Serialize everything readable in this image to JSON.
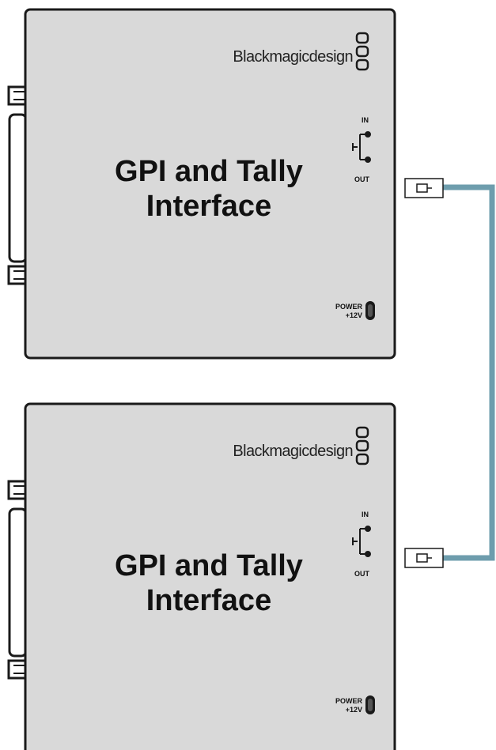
{
  "colors": {
    "device_body": "#d9d9d9",
    "device_outline": "#1a1a1a",
    "cable": "#6e9dad"
  },
  "devices": [
    {
      "brand": "Blackmagicdesign",
      "title_lines": [
        "GPI and Tally",
        "Interface"
      ],
      "gpi_in_label": "IN",
      "gpi_out_label": "OUT",
      "power_label_lines": [
        "POWER",
        "+12V"
      ],
      "icons": [
        "blackmagic-logo-icon",
        "gpi-switch-icon",
        "power-socket-icon",
        "db-connector-icon"
      ]
    },
    {
      "brand": "Blackmagicdesign",
      "title_lines": [
        "GPI and Tally",
        "Interface"
      ],
      "gpi_in_label": "IN",
      "gpi_out_label": "OUT",
      "power_label_lines": [
        "POWER",
        "+12V"
      ],
      "icons": [
        "blackmagic-logo-icon",
        "gpi-switch-icon",
        "power-socket-icon",
        "db-connector-icon"
      ]
    }
  ],
  "cable": {
    "icons": [
      "ethernet-plug-icon",
      "ethernet-plug-icon"
    ]
  }
}
